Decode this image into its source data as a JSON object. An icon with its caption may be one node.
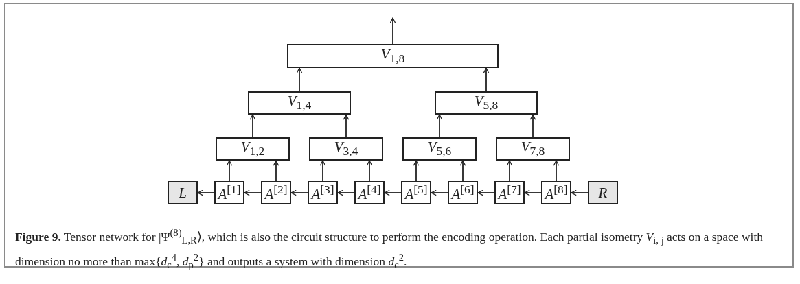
{
  "diagram": {
    "caption": "**Figure 9.** Tensor network for |Ψ$^{(8)}$$_{L,R}$⟩, which is also the circuit structure to perform the encoding operation. Each partial isometry *V*$_{i, j}$ acts on a space with dimension no more than max{*d*$_{c}$$^{4}$, *d*$_{p}$$^{2}$} and outputs a system with dimension *d*$_{c}$$^{2}$.",
    "nodes": [
      {
        "text": [
          "*V*$_{1,8}$"
        ]
      },
      {
        "text": [
          "*V*$_{1,4}$"
        ]
      },
      {
        "text": [
          "*V*$_{5,8}$"
        ]
      },
      {
        "text": [
          "*V*$_{1,2}$"
        ]
      },
      {
        "text": [
          "*V*$_{3,4}$"
        ]
      },
      {
        "text": [
          "*V*$_{5,6}$"
        ]
      },
      {
        "text": [
          "*V*$_{7,8}$"
        ]
      },
      {
        "text": [
          "L"
        ]
      },
      {
        "text": [
          "*A*$^{[1]}$"
        ]
      },
      {
        "text": [
          "*A*$^{[2]}$"
        ]
      },
      {
        "text": [
          "*A*$^{[3]}$"
        ]
      },
      {
        "text": [
          "*A*$^{[4]}$"
        ]
      },
      {
        "text": [
          "*A*$^{[5]}$"
        ]
      },
      {
        "text": [
          "*A*$^{[6]}$"
        ]
      },
      {
        "text": [
          "*A*$^{[7]}$"
        ]
      },
      {
        "text": [
          "*A*$^{[8]}$"
        ]
      },
      {
        "text": [
          "R"
        ]
      }
    ],
    "edges": [
      {
        "from": 0,
        "to": null,
        "arrow": "to"
      },
      {
        "from": 1,
        "to": 0,
        "arrow": "to"
      },
      {
        "from": 2,
        "to": 0,
        "arrow": "to"
      },
      {
        "from": 3,
        "to": 1,
        "arrow": "to"
      },
      {
        "from": 4,
        "to": 1,
        "arrow": "to"
      },
      {
        "from": 5,
        "to": 2,
        "arrow": "to"
      },
      {
        "from": 6,
        "to": 2,
        "arrow": "to"
      },
      {
        "from": 8,
        "to": 3,
        "arrow": "to"
      },
      {
        "from": 9,
        "to": 3,
        "arrow": "to"
      },
      {
        "from": 10,
        "to": 4,
        "arrow": "to"
      },
      {
        "from": 11,
        "to": 4,
        "arrow": "to"
      },
      {
        "from": 12,
        "to": 5,
        "arrow": "to"
      },
      {
        "from": 13,
        "to": 5,
        "arrow": "to"
      },
      {
        "from": 14,
        "to": 6,
        "arrow": "to"
      },
      {
        "from": 15,
        "to": 6,
        "arrow": "to"
      },
      {
        "from": 16,
        "to": 15,
        "arrow": "to"
      },
      {
        "from": 15,
        "to": 14,
        "arrow": "to"
      },
      {
        "from": 14,
        "to": 13,
        "arrow": "to"
      },
      {
        "from": 13,
        "to": 12,
        "arrow": "to"
      },
      {
        "from": 12,
        "to": 11,
        "arrow": "to"
      },
      {
        "from": 11,
        "to": 10,
        "arrow": "to"
      },
      {
        "from": 10,
        "to": 9,
        "arrow": "to"
      },
      {
        "from": 9,
        "to": 8,
        "arrow": "to"
      },
      {
        "from": 8,
        "to": 7,
        "arrow": "to"
      }
    ]
  }
}
